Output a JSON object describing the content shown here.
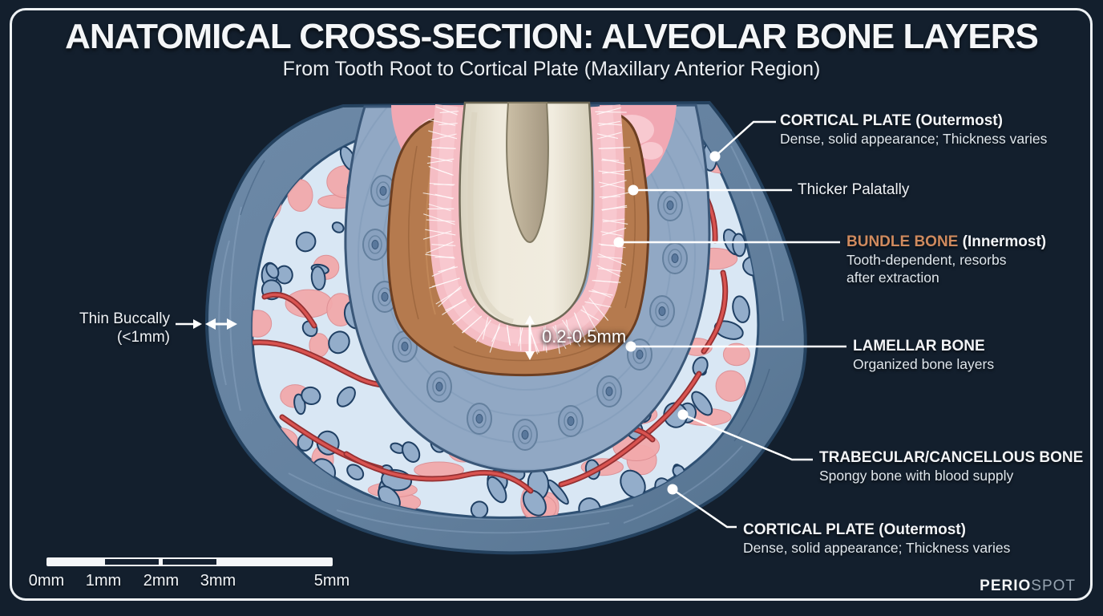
{
  "header": {
    "title": "ANATOMICAL CROSS-SECTION: ALVEOLAR BONE LAYERS",
    "subtitle": "From Tooth Root to Cortical Plate (Maxillary Anterior Region)"
  },
  "annotations": {
    "cortical_top": {
      "title": "CORTICAL PLATE (Outermost)",
      "desc": "Dense, solid appearance; Thickness varies"
    },
    "thicker_palatally": "Thicker Palatally",
    "bundle_bone": {
      "name": "BUNDLE BONE",
      "qualifier": " (Innermost)",
      "desc_line1": "Tooth-dependent, resorbs",
      "desc_line2": "after extraction"
    },
    "lamellar": {
      "title": "LAMELLAR BONE",
      "desc": "Organized bone layers"
    },
    "trabecular": {
      "title": "TRABECULAR/CANCELLOUS BONE",
      "desc": "Spongy bone with blood supply"
    },
    "cortical_bottom": {
      "title": "CORTICAL PLATE (Outermost)",
      "desc": "Dense, solid appearance; Thickness varies"
    },
    "thin_buccally": {
      "line1": "Thin Buccally",
      "line2": "(<1mm)"
    },
    "pdl_width": "0.2-0.5mm"
  },
  "scale_bar": {
    "labels": [
      "0mm",
      "1mm",
      "2mm",
      "3mm",
      "5mm"
    ]
  },
  "brand": {
    "primary": "PERIO",
    "secondary": "SPOT"
  },
  "colors": {
    "background": "#131f2d",
    "frame_white": "#eef2f5",
    "accent_bundle_label": "#cf8a5e",
    "cortical_blue": "#64819f",
    "trabecular_matrix": "#d9e7f4",
    "marrow_pink": "#f2a9ab",
    "vessel_red": "#d95350",
    "lamellar_blue": "#91a8c4",
    "bundle_brown": "#b57a4e",
    "pdl_pink": "#f5bdc4",
    "tooth_ivory": "#efeadc",
    "label_text": "#eef1f5"
  }
}
